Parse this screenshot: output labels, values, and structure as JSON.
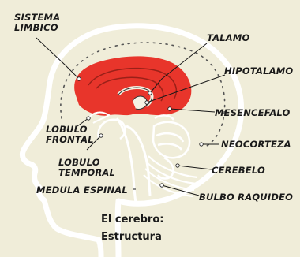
{
  "labels": {
    "sistema_limbico": [
      "SISTEMA",
      "LIMBICO"
    ],
    "talamo": "TALAMO",
    "hipotalamo": "HIPOTALAMO",
    "mesencefalo": "MESENCEFALO",
    "neocorteza": "NEOCORTEZA",
    "cerebelo": "CEREBELO",
    "bulbo_raquideo": "BULBO RAQUIDEO",
    "lobulo_frontal": [
      "LOBULO",
      "FRONTAL"
    ],
    "lobulo_temporal": [
      "LOBULO",
      "TEMPORAL"
    ],
    "medula_espinal": "MEDULA ESPINAL"
  },
  "caption": {
    "line1": "El cerebro:",
    "line2": "Estructura"
  },
  "colors": {
    "background": "#f0edd9",
    "limbic_system": "#e8352b",
    "head_outline": "#ffffff",
    "ink": "#1a1a1a"
  }
}
